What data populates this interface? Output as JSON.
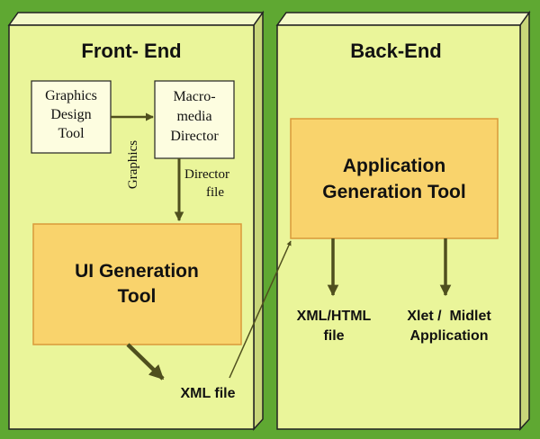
{
  "front_end": {
    "title": "Front- End",
    "graphics_tool": {
      "line1": "Graphics",
      "line2": "Design",
      "line3": "Tool"
    },
    "director": {
      "line1": "Macro-",
      "line2": "media",
      "line3": "Director"
    },
    "graphics_label": "Graphics",
    "director_file_label": {
      "line1": "Director",
      "line2": "file"
    },
    "ui_tool": {
      "line1": "UI Generation",
      "line2": "Tool"
    },
    "xml_file_label": "XML file"
  },
  "back_end": {
    "title": "Back-End",
    "app_tool": {
      "line1": "Application",
      "line2": "Generation Tool"
    },
    "xml_html_output": {
      "line1": "XML/HTML",
      "line2": "file"
    },
    "xlet_output": {
      "line1": "Xlet /  Midlet",
      "line2": "Application"
    }
  },
  "colors": {
    "background": "#5fa832",
    "panel_face": "#eaf59a",
    "panel_side": "#c8d67a",
    "panel_top": "#f3f9c8",
    "light_box": "#fdfde0",
    "orange_box": "#f9d36c",
    "orange_border": "#d99a3a",
    "arrow": "#4f4f1e"
  }
}
